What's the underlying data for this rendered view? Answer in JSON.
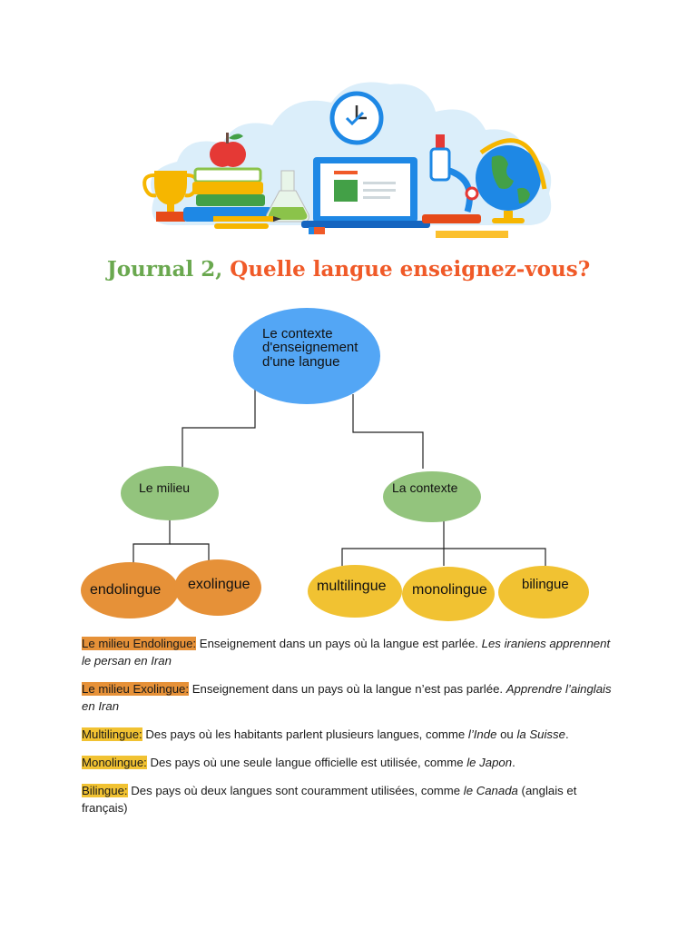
{
  "title": {
    "part1": "Journal 2, ",
    "part2": "Quelle langue enseignez-vous?"
  },
  "diagram": {
    "root": [
      "Le contexte",
      "d'enseignement",
      "d'une langue"
    ],
    "milieu": "Le milieu",
    "contexte": "La contexte",
    "endolingue": "endolingue",
    "exolingue": "exolingue",
    "multilingue": "multilingue",
    "monolingue": "monolingue",
    "bilingue": "bilingue"
  },
  "definitions": [
    {
      "term": "Le milieu Endolingue:",
      "text": " Enseignement dans un pays où la langue est parlée. ",
      "italic": "Les iraniens apprennent le persan en Iran",
      "after": "",
      "highlight": "orange"
    },
    {
      "term": "Le milieu Exolingue:",
      "text": " Enseignement dans un pays où la langue n’est pas parlée. ",
      "italic": "Apprendre l’ainglais en Iran",
      "after": "",
      "highlight": "orange"
    },
    {
      "term": "Multilingue:",
      "text": " Des pays où les habitants parlent plusieurs langues, comme ",
      "italic": "l’Inde",
      "mid": " ou ",
      "italic2": "la Suisse",
      "after": ".",
      "highlight": "yellow"
    },
    {
      "term": "Monolingue:",
      "text": " Des pays où une seule langue officielle est utilisée, comme ",
      "italic": "le Japon",
      "after": ".",
      "highlight": "yellow"
    },
    {
      "term": "Bilingue:",
      "text": " Des pays où deux langues sont couramment utilisées, comme ",
      "italic": "le Canada",
      "after": " (anglais et français)",
      "highlight": "yellow"
    }
  ]
}
